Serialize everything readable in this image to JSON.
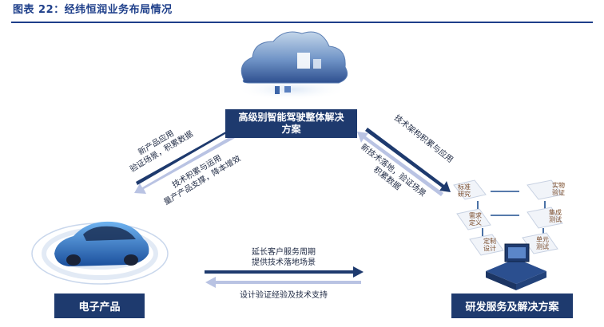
{
  "title": "图表 22：经纬恒润业务布局情况",
  "center_box": {
    "line1": "高级别智能驾驶整体解决",
    "line2": "方案"
  },
  "left_box": "电子产品",
  "right_box": "研发服务及解决方案",
  "arrows": {
    "left_up": {
      "line1": "新产品应用",
      "line2": "验证场景，积累数据"
    },
    "left_down": {
      "line1": "技术积累与运用",
      "line2": "量产产品支撑，降本增效"
    },
    "right_up": "技术架构积累与应用",
    "right_down": {
      "line1": "新技术落地，验证场景",
      "line2": "积累数据"
    },
    "bottom_right": {
      "line1": "延长客户服务周期",
      "line2": "提供技术落地场景"
    },
    "bottom_left": "设计验证经验及技术支持"
  },
  "process": {
    "steps": [
      "标准研究",
      "需求定义",
      "定制设计",
      "实物验证",
      "集成测试",
      "单元测试"
    ]
  },
  "colors": {
    "title": "#1e3f8a",
    "box": "#1e3a6e",
    "arrow_dark": "#1e3a6e",
    "arrow_light": "#b9c3e3"
  }
}
